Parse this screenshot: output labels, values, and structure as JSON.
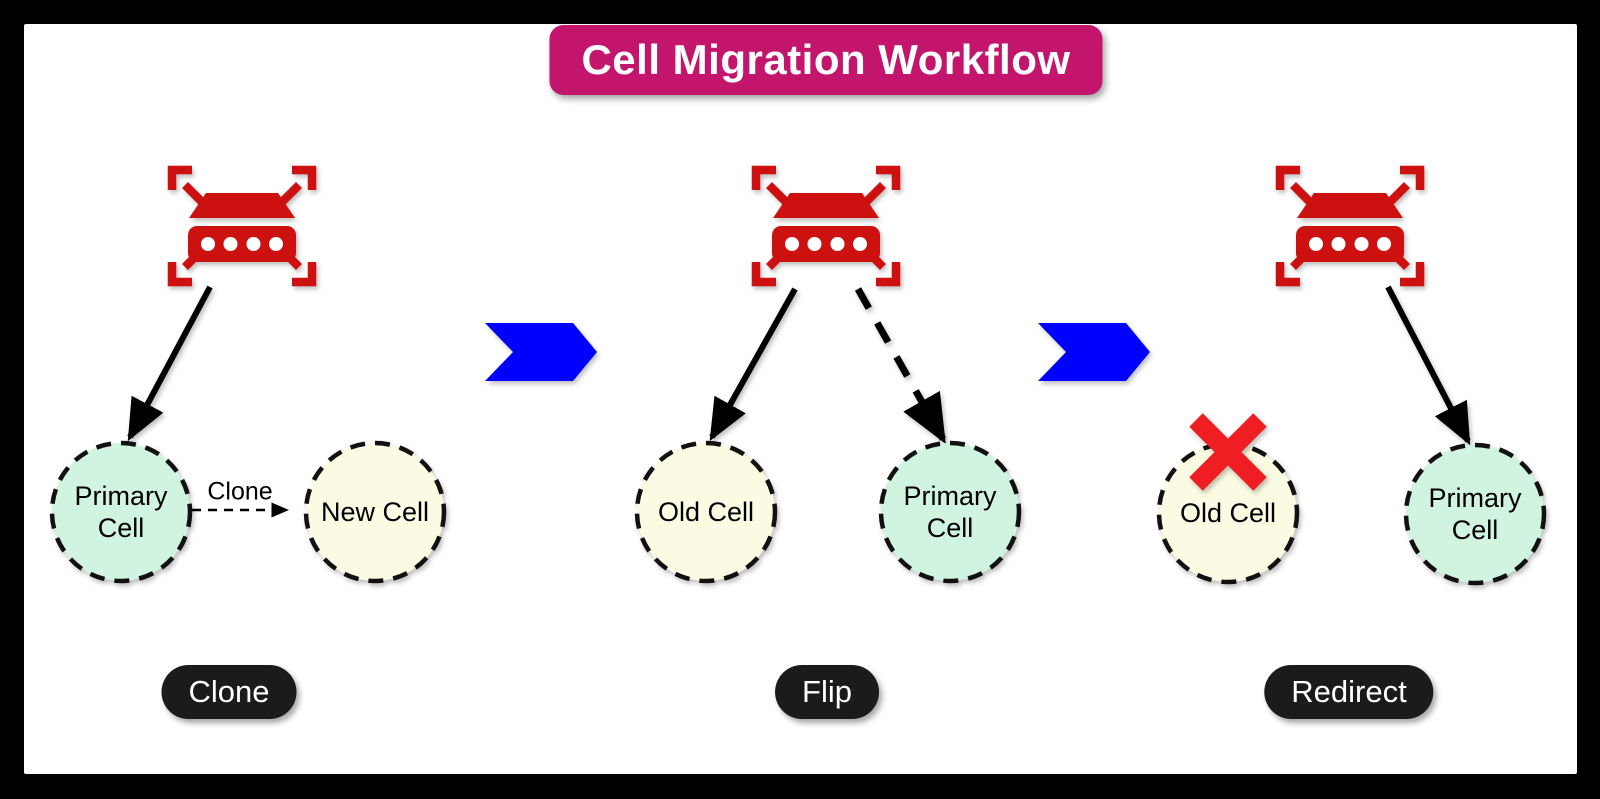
{
  "title": "Cell Migration Workflow",
  "stages": [
    {
      "label": "Clone",
      "router_icon": "load-balancer",
      "edge_label": "Clone",
      "cells": [
        {
          "label": "Primary Cell",
          "fill": "mint",
          "traffic": "solid-arrow"
        },
        {
          "label": "New Cell",
          "fill": "cream",
          "traffic": "none"
        }
      ]
    },
    {
      "label": "Flip",
      "router_icon": "load-balancer",
      "cells": [
        {
          "label": "Old Cell",
          "fill": "cream",
          "traffic": "solid-arrow"
        },
        {
          "label": "Primary Cell",
          "fill": "mint",
          "traffic": "dashed-arrow"
        }
      ]
    },
    {
      "label": "Redirect",
      "router_icon": "load-balancer",
      "cells": [
        {
          "label": "Old Cell",
          "fill": "cream",
          "traffic": "none",
          "crossed_out": true
        },
        {
          "label": "Primary Cell",
          "fill": "mint",
          "traffic": "solid-arrow"
        }
      ]
    }
  ],
  "colors": {
    "banner_pink": "#C2156B",
    "router_red": "#CD1111",
    "cross_red": "#EE1E23",
    "chevron_blue": "#0000FF",
    "cell_mint": "#D0F4DF",
    "cell_cream": "#FAFBE2",
    "pill_black": "#1B1B1B"
  }
}
